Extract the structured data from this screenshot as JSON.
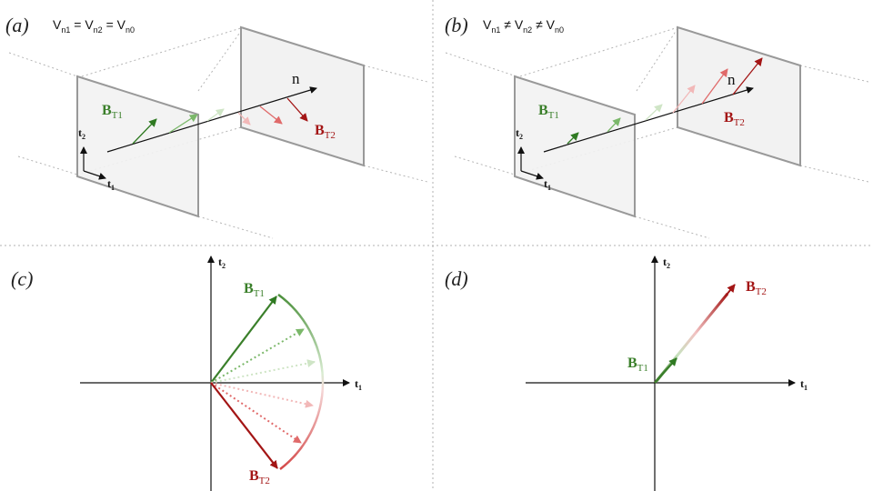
{
  "panels": {
    "a": {
      "label": "(a)",
      "eq": {
        "v": "V",
        "s1": "n1",
        "e1": " = ",
        "s2": "n2",
        "e2": " = ",
        "s3": "n0"
      },
      "n_label": "n",
      "bt1": {
        "base": "B",
        "sub": "T1"
      },
      "bt2": {
        "base": "B",
        "sub": "T2"
      },
      "t1": {
        "base": "t",
        "sub": "1"
      },
      "t2": {
        "base": "t",
        "sub": "2"
      }
    },
    "b": {
      "label": "(b)",
      "eq": {
        "v": "V",
        "s1": "n1",
        "e1": " ≠ ",
        "s2": "n2",
        "e2": " ≠ ",
        "s3": "n0"
      },
      "n_label": "n",
      "bt1": {
        "base": "B",
        "sub": "T1"
      },
      "bt2": {
        "base": "B",
        "sub": "T2"
      },
      "t1": {
        "base": "t",
        "sub": "1"
      },
      "t2": {
        "base": "t",
        "sub": "2"
      }
    },
    "c": {
      "label": "(c)",
      "bt1": {
        "base": "B",
        "sub": "T1"
      },
      "bt2": {
        "base": "B",
        "sub": "T2"
      },
      "t1": {
        "base": "t",
        "sub": "1"
      },
      "t2": {
        "base": "t",
        "sub": "2"
      }
    },
    "d": {
      "label": "(d)",
      "bt1": {
        "base": "B",
        "sub": "T1"
      },
      "bt2": {
        "base": "B",
        "sub": "T2"
      },
      "t1": {
        "base": "t",
        "sub": "1"
      },
      "t2": {
        "base": "t",
        "sub": "2"
      }
    }
  },
  "colors": {
    "green": "#3a7f2a",
    "red": "#a31515",
    "plane_fill": "#f2f2f2",
    "plane_edge": "#999999",
    "divider": "#aaaaaa"
  }
}
